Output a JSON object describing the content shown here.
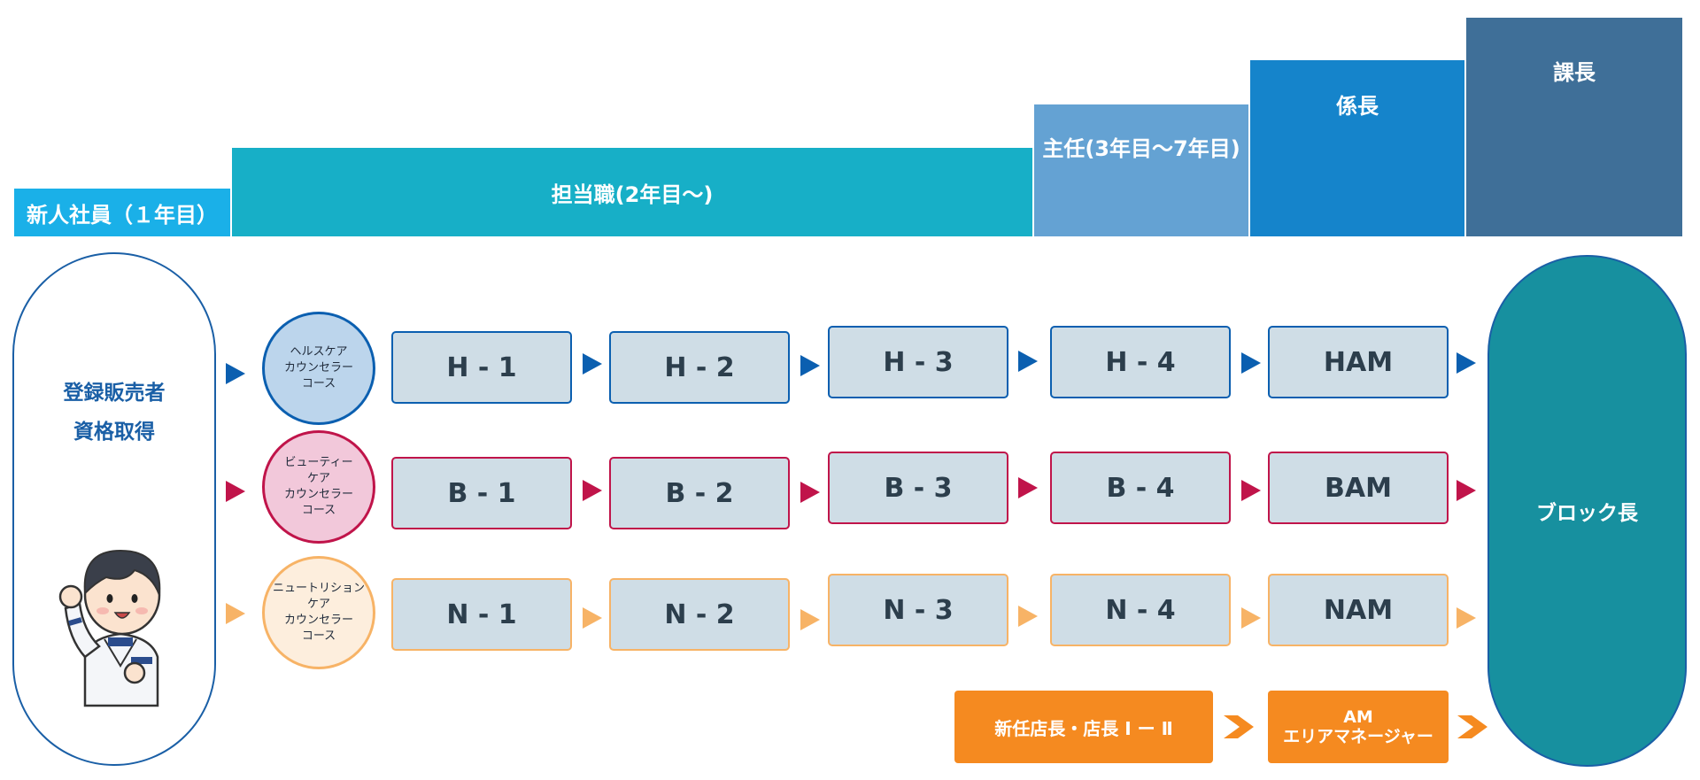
{
  "header": {
    "tiers": [
      {
        "label": "新人社員（１年目）",
        "color": "#1ab0e8"
      },
      {
        "label": "担当職(2年目〜)",
        "color": "#17afc7"
      },
      {
        "label": "主任(3年目〜7年目)",
        "color": "#64a2d3"
      },
      {
        "label": "係長",
        "color": "#1584cb"
      },
      {
        "label": "課長",
        "color": "#3f6f98"
      }
    ]
  },
  "start": {
    "line1": "登録販売者",
    "line2": "資格取得",
    "border_color": "#1a5fa6",
    "text_color": "#1a5fa6"
  },
  "tracks": [
    {
      "name": "health",
      "course": "ヘルスケア\nカウンセラー\nコース",
      "accent": "#0b5fb0",
      "circle_fill": "#bcd5ec",
      "steps": [
        "H - 1",
        "H - 2",
        "H - 3",
        "H - 4",
        "HAM"
      ]
    },
    {
      "name": "beauty",
      "course": "ビューティー\nケア\nカウンセラー\nコース",
      "accent": "#c0144a",
      "circle_fill": "#f2c8da",
      "steps": [
        "B - 1",
        "B - 2",
        "B - 3",
        "B - 4",
        "BAM"
      ]
    },
    {
      "name": "nutrition",
      "course": "ニュートリション\nケア\nカウンセラー\nコース",
      "accent": "#f7b366",
      "circle_fill": "#fdeedd",
      "steps": [
        "N - 1",
        "N - 2",
        "N - 3",
        "N - 4",
        "NAM"
      ]
    }
  ],
  "store_manager": {
    "label": "新任店長・店長 Ⅰ ー Ⅱ",
    "color": "#f58a20"
  },
  "area_manager": {
    "line1": "AM",
    "line2": "エリアマネージャー",
    "color": "#f58a20"
  },
  "goal": {
    "label": "ブロック長",
    "color": "#17909f"
  }
}
